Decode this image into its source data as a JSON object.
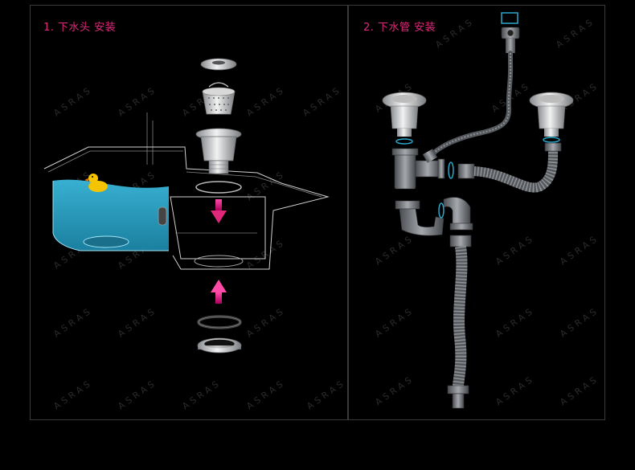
{
  "steps": [
    {
      "label": "1. 下水头 安装"
    },
    {
      "label": "2. 下水管 安装"
    }
  ],
  "watermark": "ASRAS",
  "colors": {
    "accent": "#e0287a",
    "water": "#2aa8cc",
    "outline": "#cfcfcf",
    "hose": "#6a6d72",
    "ring": "#2aa8cc"
  }
}
